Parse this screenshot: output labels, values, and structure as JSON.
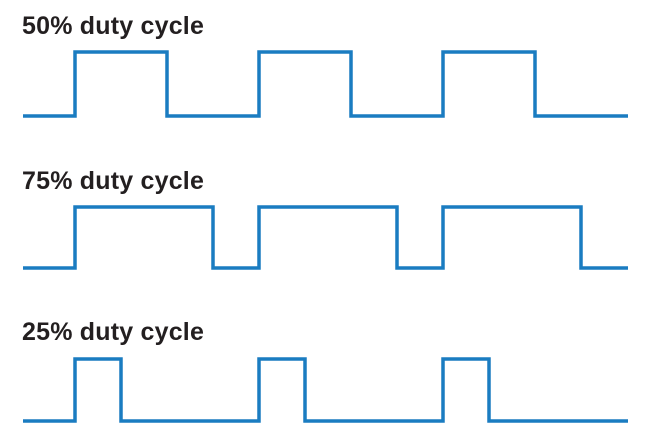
{
  "colors": {
    "waveform": "#1a7cc1",
    "text": "#231f20",
    "background": "#ffffff"
  },
  "signals": [
    {
      "label": "50% duty cycle",
      "duty_cycle": 0.5,
      "cycles": 3
    },
    {
      "label": "75% duty cycle",
      "duty_cycle": 0.75,
      "cycles": 3
    },
    {
      "label": "25% duty cycle",
      "duty_cycle": 0.25,
      "cycles": 3
    }
  ]
}
